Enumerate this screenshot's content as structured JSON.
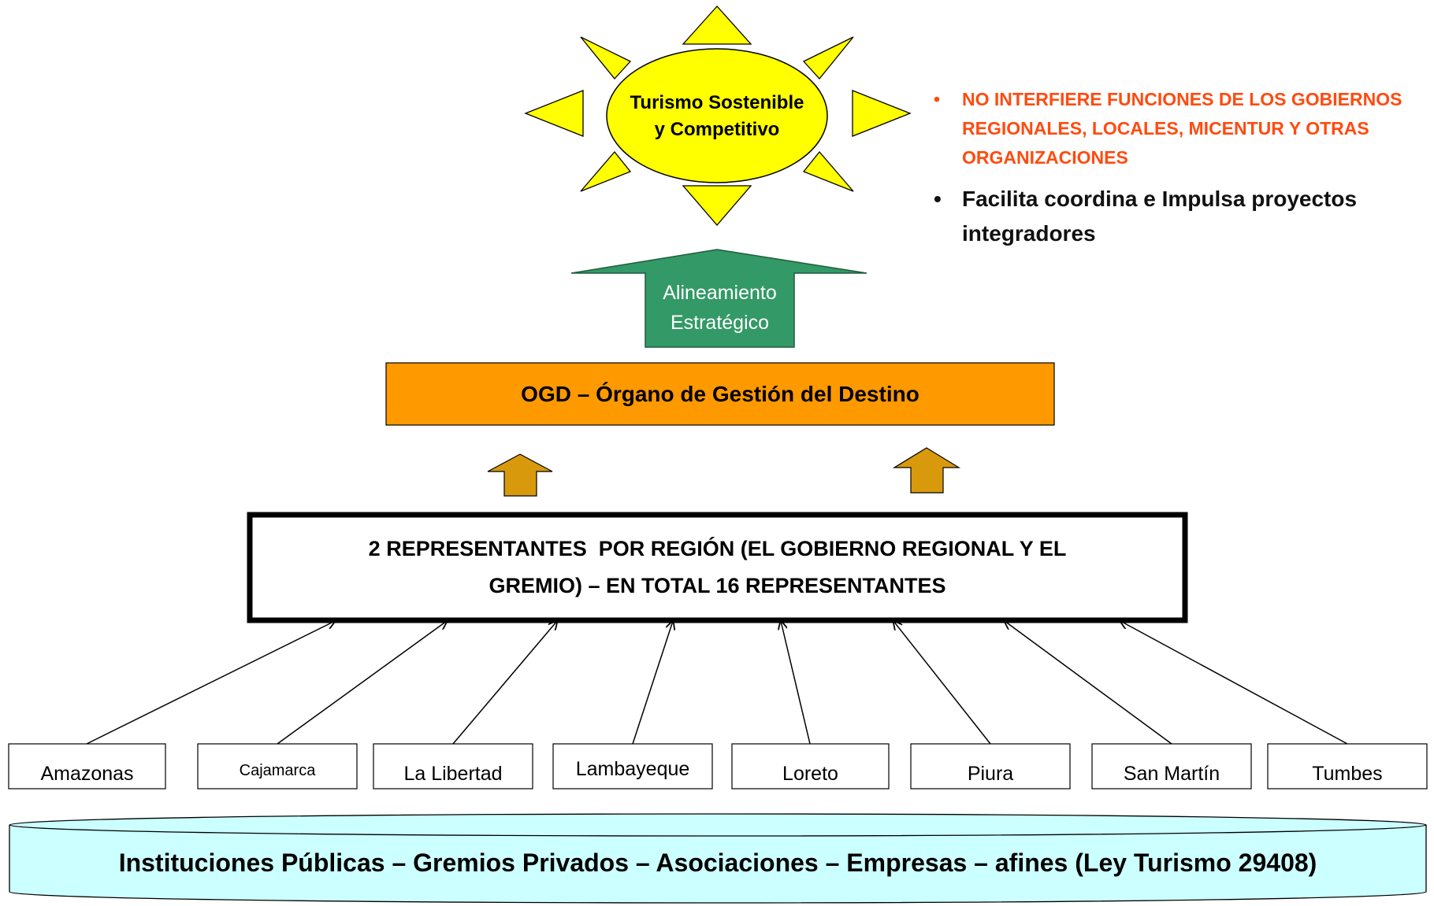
{
  "sun": {
    "label_line1": "Turismo Sostenible",
    "label_line2": "y Competitivo"
  },
  "notes": [
    {
      "text": "NO INTERFIERE FUNCIONES DE LOS GOBIERNOS REGIONALES, LOCALES, MICENTUR Y OTRAS ORGANIZACIONES",
      "color": "#FF4B0F"
    },
    {
      "text": "Facilita coordina e Impulsa proyectos integradores",
      "color": "#111111"
    }
  ],
  "alignment_arrow": {
    "line1": "Alineamiento",
    "line2": "Estratégico",
    "color": "#339966"
  },
  "ogd_box": {
    "label": "OGD – Órgano de Gestión del Destino",
    "color": "#FF9900"
  },
  "representatives_box": {
    "line1": "2 REPRESENTANTES  POR REGIÓN (EL GOBIERNO REGIONAL Y EL",
    "line2": "GREMIO) – EN TOTAL 16 REPRESENTANTES"
  },
  "regions": [
    "Amazonas",
    "Cajamarca",
    "La Libertad",
    "Lambayeque",
    "Loreto",
    "Piura",
    "San Martín",
    "Tumbes"
  ],
  "base": {
    "label": "Instituciones Públicas – Gremios Privados – Asociaciones – Empresas – afines (Ley Turismo 29408)",
    "color": "#CCFFFF"
  },
  "colors": {
    "sun": "#FFFF00",
    "small_arrows": "#D89A0C"
  }
}
